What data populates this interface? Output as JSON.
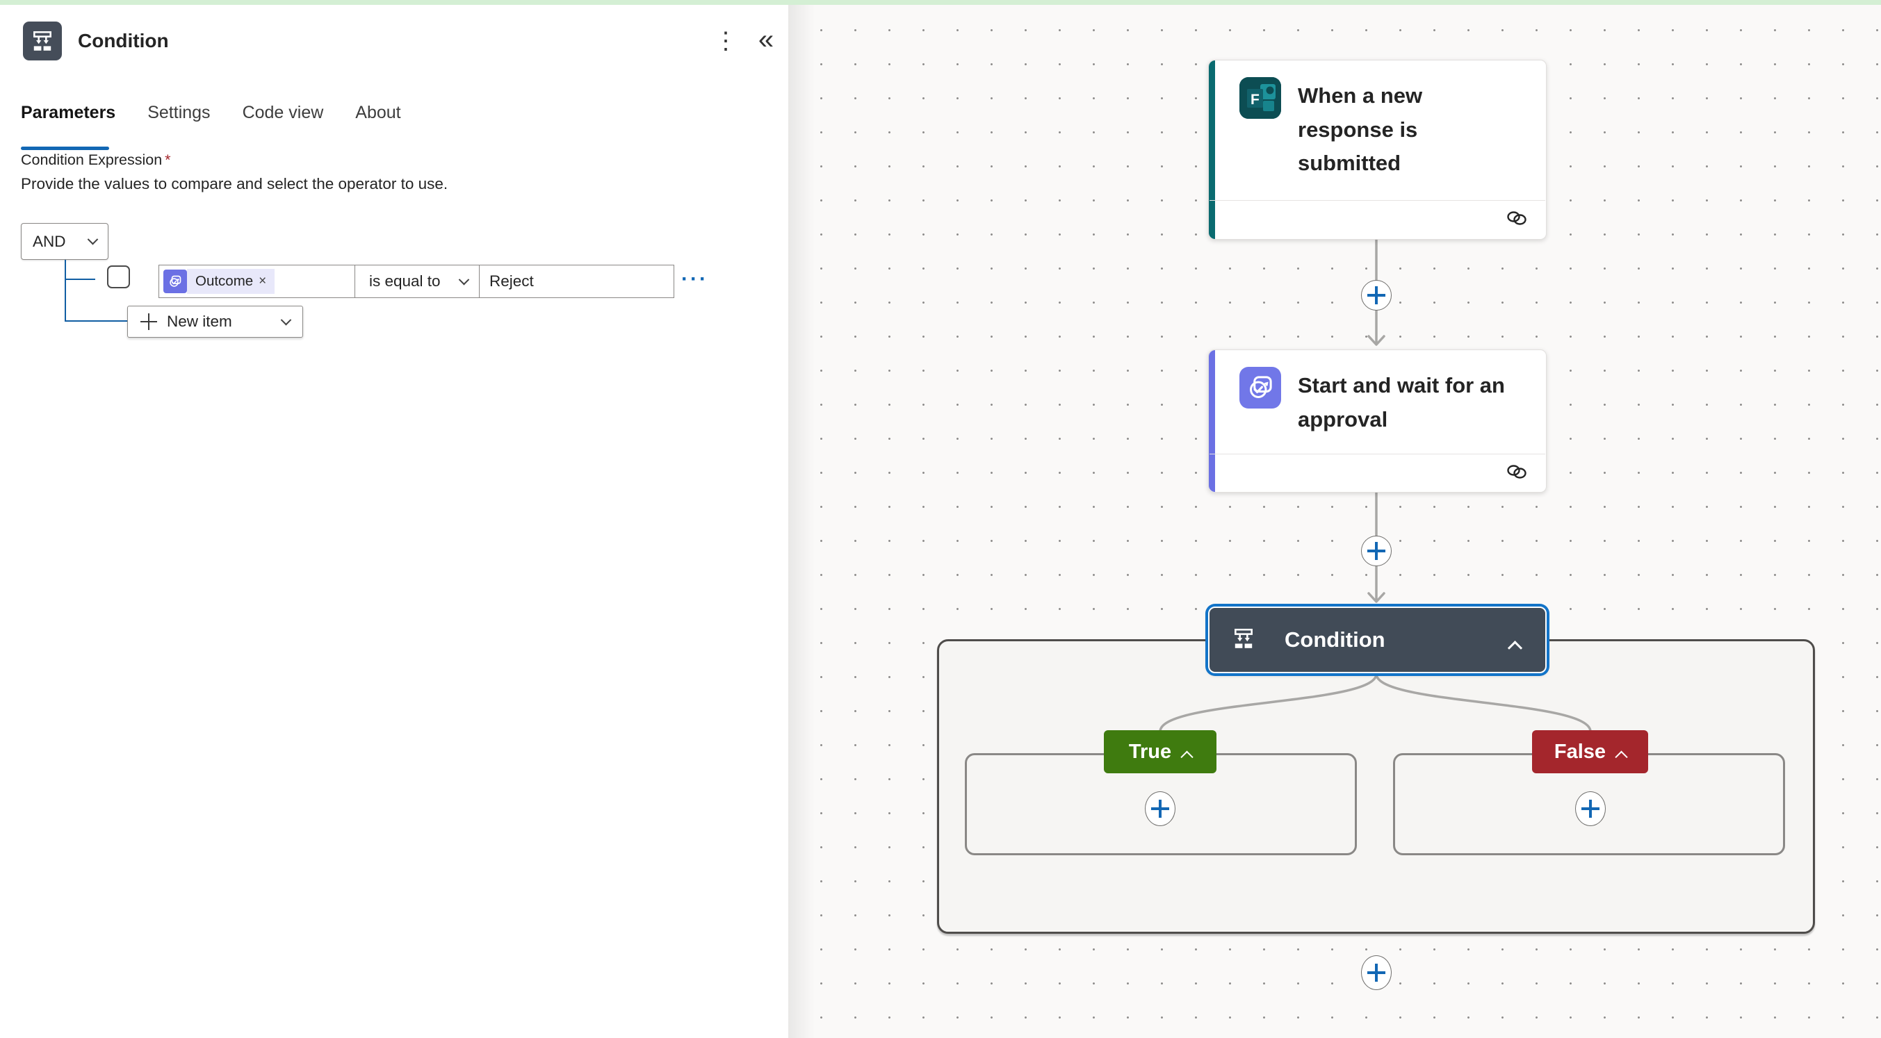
{
  "colors": {
    "top_strip": "#d4efd4",
    "accent_blue": "#1267b4",
    "tree_line": "#115ea3",
    "forms_teal": "#0a6b70",
    "forms_icon_bg": "#0c4d53",
    "approvals_purple": "#6b70e4",
    "token_bg": "#e8e8fa",
    "node_bg": "#414b57",
    "selection_ring": "#1374c8",
    "true_green": "#3f7b0f",
    "false_red": "#a4262c",
    "connector_gray": "#a8a7a5",
    "border_gray": "#8a8886",
    "container_border": "#4f4d4b",
    "canvas_bg": "#faf9f8",
    "container_bg": "#f6f5f3"
  },
  "icons": {
    "more_vertical": "⋮",
    "collapse_panel": "«",
    "forms_letter": "F",
    "remove_token": "×",
    "more_horizontal": "···"
  },
  "panel": {
    "title": "Condition",
    "tabs": [
      {
        "label": "Parameters",
        "active": true
      },
      {
        "label": "Settings",
        "active": false
      },
      {
        "label": "Code view",
        "active": false
      },
      {
        "label": "About",
        "active": false
      }
    ],
    "field_label": "Condition Expression",
    "required_mark": "*",
    "description": "Provide the values to compare and select the operator to use.",
    "builder": {
      "group_operator": "AND",
      "rows": [
        {
          "operand": "Outcome",
          "operator": "is equal to",
          "value": "Reject"
        }
      ],
      "new_item_label": "New item"
    }
  },
  "canvas": {
    "trigger_card": {
      "title": "When a new response is submitted"
    },
    "action_card": {
      "title": "Start and wait for an approval"
    },
    "condition_node": {
      "title": "Condition"
    },
    "branches": {
      "true_label": "True",
      "false_label": "False"
    }
  }
}
